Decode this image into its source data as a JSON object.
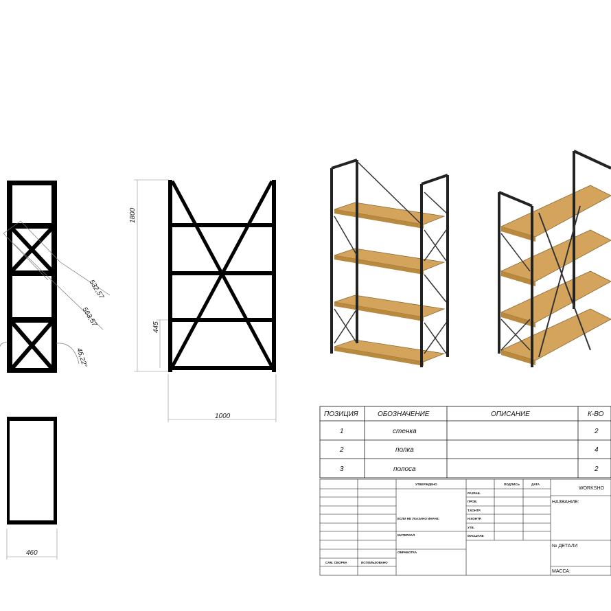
{
  "dimensions": {
    "height": "1800",
    "shelf_gap": "445",
    "width": "1000",
    "depth": "460",
    "diag_inner": "532,57",
    "diag_outer": "563,57",
    "angle": "45,22°"
  },
  "parts_table": {
    "headers": [
      "ПОЗИЦИЯ",
      "ОБОЗНАЧЕНИЕ",
      "ОПИСАНИЕ",
      "К-ВО"
    ],
    "rows": [
      {
        "pos": "1",
        "name": "стенка",
        "desc": "",
        "qty": "2"
      },
      {
        "pos": "2",
        "name": "полка",
        "desc": "",
        "qty": "4"
      },
      {
        "pos": "3",
        "name": "полоса",
        "desc": "",
        "qty": "2"
      }
    ]
  },
  "title_block": {
    "company": "WORKSHO",
    "name_label": "НАЗВАНИЕ:",
    "detail_label": "№ ДЕТАЛИ",
    "mass_label": "МАССА:",
    "approved": "УТВЕРЖДЕНО",
    "signature": "ПОДПИСЬ",
    "date": "ДАТА",
    "developed": "РАЗРАБ.",
    "checked": "ПРОВ.",
    "tech": "Т.КОНТР.",
    "norm": "Н.КОНТР.",
    "approved_short": "УТВ.",
    "material": "МАТЕРИАЛ",
    "finish": "ОБРАБОТКА",
    "unless": "ЕСЛИ НЕ УКАЗАНО ИНАЧЕ:",
    "assembly": "САМ. СБОРКА",
    "used": "ИСПОЛЬЗОВАНО",
    "scale": "МАСШТАБ"
  }
}
